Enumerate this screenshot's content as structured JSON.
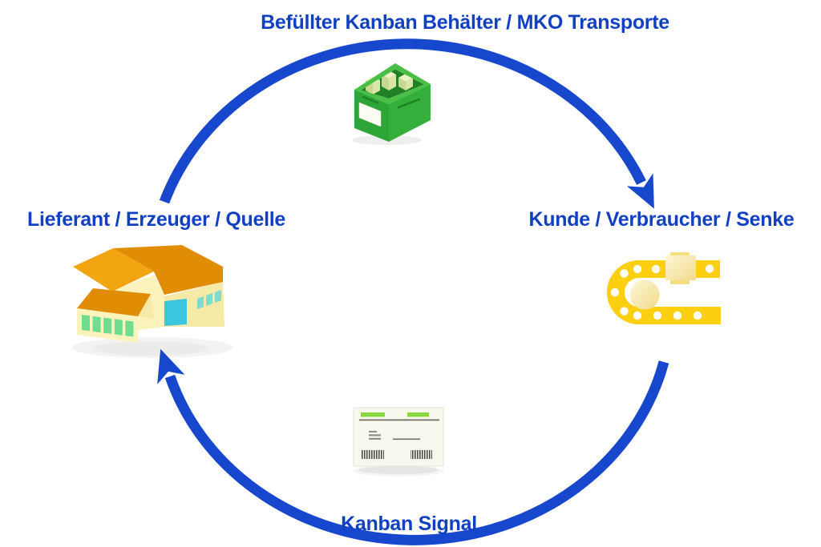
{
  "diagram": {
    "top_flow_label": "Befüllter Kanban Behälter / MKO Transporte",
    "left_node_label": "Lieferant / Erzeuger / Quelle",
    "right_node_label": "Kunde / Verbraucher / Senke",
    "bottom_flow_label": "Kanban Signal",
    "icons": [
      {
        "name": "filled-container-icon",
        "position": "top-center"
      },
      {
        "name": "factory-icon",
        "position": "left"
      },
      {
        "name": "conveyor-icon",
        "position": "right"
      },
      {
        "name": "kanban-card-icon",
        "position": "bottom-center"
      }
    ],
    "arrows": [
      {
        "name": "top-arrow",
        "from": "Lieferant / Erzeuger / Quelle",
        "to": "Kunde / Verbraucher / Senke",
        "direction": "clockwise-over-top"
      },
      {
        "name": "bottom-arrow",
        "from": "Kunde / Verbraucher / Senke",
        "to": "Lieferant / Erzeuger / Quelle",
        "direction": "clockwise-over-bottom"
      }
    ]
  },
  "colors": {
    "background": "#FFFFFF",
    "text_blue": "#1140C2",
    "arrow_blue": "#1747CD",
    "container_green_left": "#2EA637",
    "container_green_right": "#35AF3B",
    "container_green_rim": "#4ABF45",
    "container_green_interior": "#1F8026",
    "factory_roof_light": "#F1A511",
    "factory_roof_dark": "#E18C05",
    "factory_wall": "#F7E9A8",
    "factory_wall_light": "#FBF2BC",
    "factory_window_green": "#6FDD8F",
    "factory_window_teal": "#7FDCCB",
    "factory_door_cyan": "#3BC5DF",
    "conveyor_yellow": "#FCCF10",
    "card_bg": "#F8F8EE",
    "card_green": "#87D83F"
  }
}
